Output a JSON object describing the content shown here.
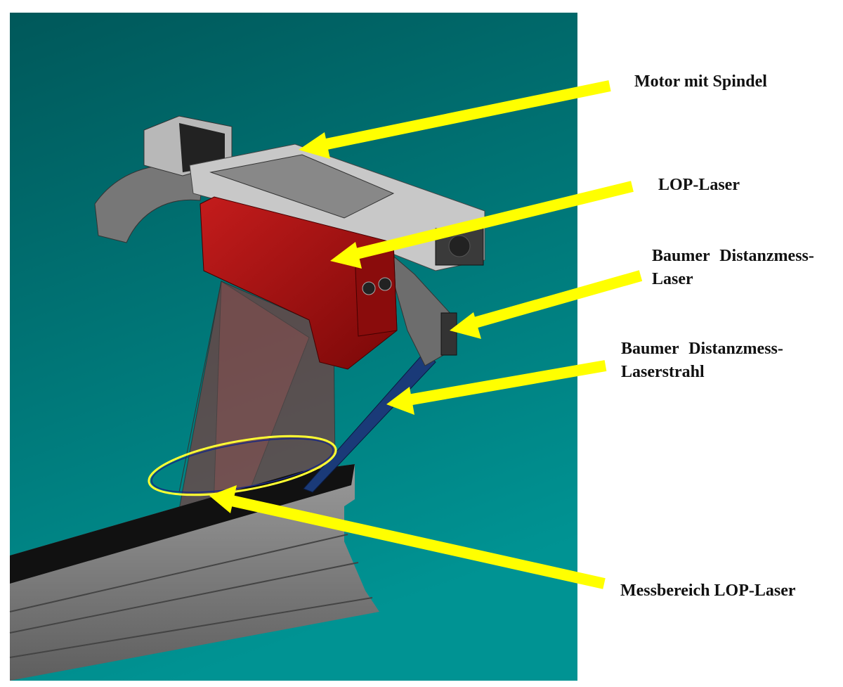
{
  "labels": {
    "motor": "Motor mit Spindel",
    "lop_laser": "LOP-Laser",
    "baumer_laser_line1": "Baumer Distanzmess-",
    "baumer_laser_line2": "Laser",
    "baumer_beam_line1": "Baumer Distanzmess-",
    "baumer_beam_line2": "Laserstrahl",
    "measure_range": "Messbereich LOP-Laser"
  },
  "colors": {
    "arrow": "#ffff00",
    "background_top": "#00585a",
    "background_bottom": "#009393",
    "lop_laser_body": "#a01010",
    "highlight_ellipse": "#ffff33"
  }
}
